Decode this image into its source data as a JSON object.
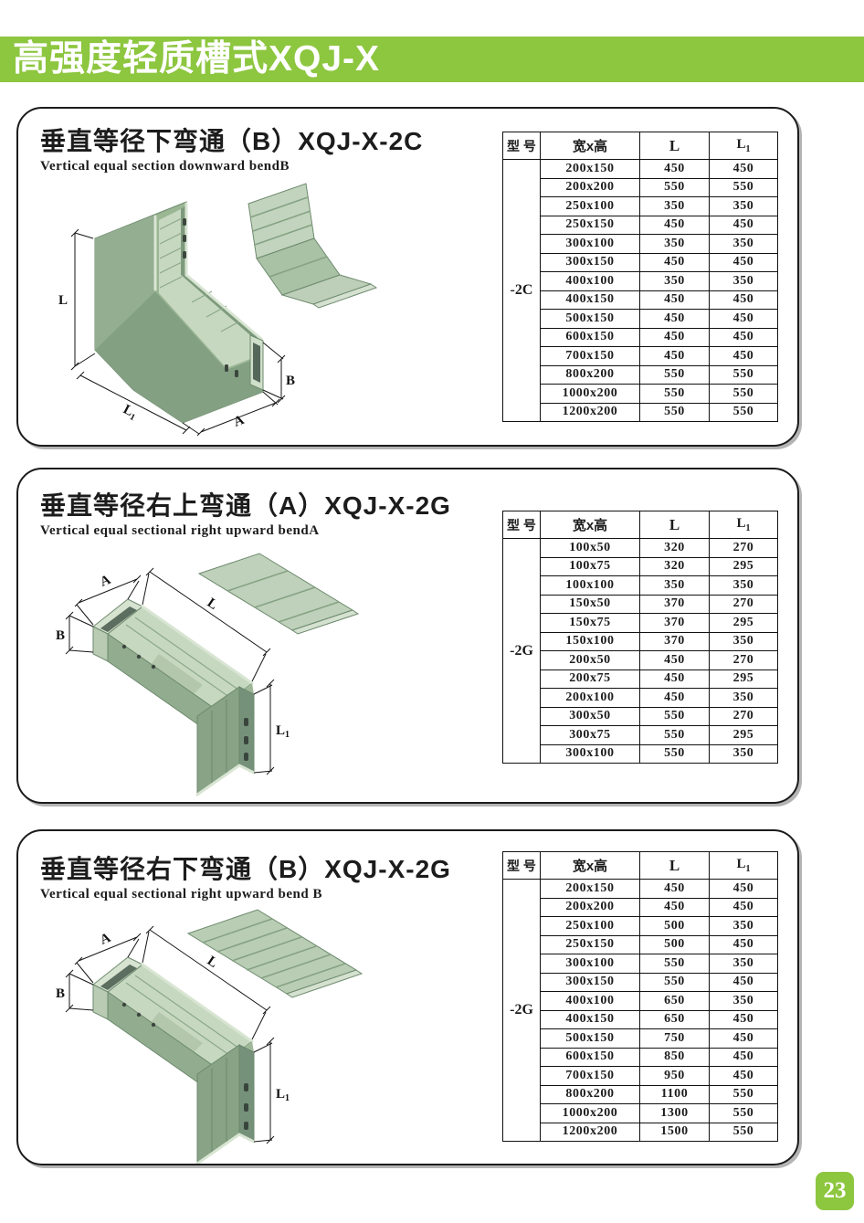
{
  "page": {
    "header_title": "高强度轻质槽式XQJ-X",
    "page_number": "23",
    "brand_green": "#8dc63f"
  },
  "table_headers": {
    "model": "型 号",
    "size": "宽x高",
    "L": "L",
    "L1_base": "L",
    "L1_sub": "1"
  },
  "dims": {
    "L": "L",
    "L1_base": "L",
    "L1_sub": "1",
    "A": "A",
    "B": "B"
  },
  "sections": [
    {
      "title_cn": "垂直等径下弯通（B）XQJ-X-2C",
      "title_en": "Vertical equal section downward bendB",
      "table": {
        "model": "-2C",
        "rows": [
          [
            "200x150",
            "450",
            "450"
          ],
          [
            "200x200",
            "550",
            "550"
          ],
          [
            "250x100",
            "350",
            "350"
          ],
          [
            "250x150",
            "450",
            "450"
          ],
          [
            "300x100",
            "350",
            "350"
          ],
          [
            "300x150",
            "450",
            "450"
          ],
          [
            "400x100",
            "350",
            "350"
          ],
          [
            "400x150",
            "450",
            "450"
          ],
          [
            "500x150",
            "450",
            "450"
          ],
          [
            "600x150",
            "450",
            "450"
          ],
          [
            "700x150",
            "450",
            "450"
          ],
          [
            "800x200",
            "550",
            "550"
          ],
          [
            "1000x200",
            "550",
            "550"
          ],
          [
            "1200x200",
            "550",
            "550"
          ]
        ]
      }
    },
    {
      "title_cn": "垂直等径右上弯通（A）XQJ-X-2G",
      "title_en": "Vertical equal sectional right upward bendA",
      "table": {
        "model": "-2G",
        "rows": [
          [
            "100x50",
            "320",
            "270"
          ],
          [
            "100x75",
            "320",
            "295"
          ],
          [
            "100x100",
            "350",
            "350"
          ],
          [
            "150x50",
            "370",
            "270"
          ],
          [
            "150x75",
            "370",
            "295"
          ],
          [
            "150x100",
            "370",
            "350"
          ],
          [
            "200x50",
            "450",
            "270"
          ],
          [
            "200x75",
            "450",
            "295"
          ],
          [
            "200x100",
            "450",
            "350"
          ],
          [
            "300x50",
            "550",
            "270"
          ],
          [
            "300x75",
            "550",
            "295"
          ],
          [
            "300x100",
            "550",
            "350"
          ]
        ]
      }
    },
    {
      "title_cn": "垂直等径右下弯通（B）XQJ-X-2G",
      "title_en": "Vertical equal sectional right upward bend B",
      "table": {
        "model": "-2G",
        "rows": [
          [
            "200x150",
            "450",
            "450"
          ],
          [
            "200x200",
            "450",
            "450"
          ],
          [
            "250x100",
            "500",
            "350"
          ],
          [
            "250x150",
            "500",
            "450"
          ],
          [
            "300x100",
            "550",
            "350"
          ],
          [
            "300x150",
            "550",
            "450"
          ],
          [
            "400x100",
            "650",
            "350"
          ],
          [
            "400x150",
            "650",
            "450"
          ],
          [
            "500x150",
            "750",
            "450"
          ],
          [
            "600x150",
            "850",
            "450"
          ],
          [
            "700x150",
            "950",
            "450"
          ],
          [
            "800x200",
            "1100",
            "550"
          ],
          [
            "1000x200",
            "1300",
            "550"
          ],
          [
            "1200x200",
            "1500",
            "550"
          ]
        ]
      }
    }
  ]
}
